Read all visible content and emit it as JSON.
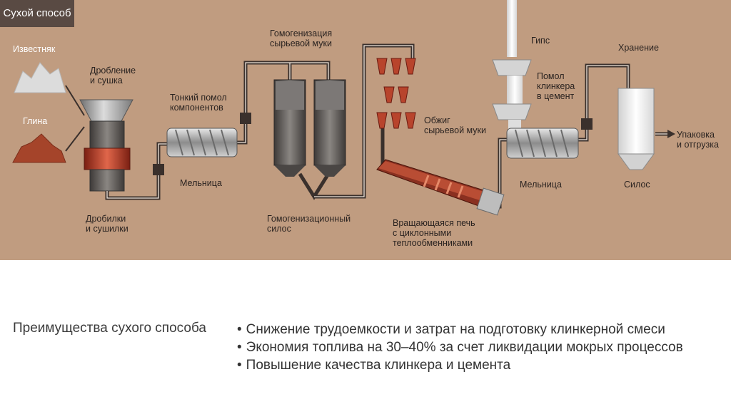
{
  "title": "Сухой способ",
  "labels": {
    "limestone": "Известняк",
    "clay": "Глина",
    "crushing_drying": "Дробление\nи сушка",
    "crushers_dryers": "Дробилки\nи сушилки",
    "fine_grinding": "Тонкий помол\nкомпонентов",
    "mill_1": "Мельница",
    "homogenization": "Гомогенизация\nсырьевой муки",
    "homog_silo": "Гомогенизационный\nсилос",
    "firing": "Обжиг\nсырьевой муки",
    "rotary_kiln": "Вращающаяся печь\nс циклонными\nтеплообменниками",
    "gypsum": "Гипс",
    "clinker_grinding": "Помол\nклинкера\nв цемент",
    "mill_2": "Мельница",
    "storage": "Хранение",
    "silo": "Силос",
    "packing": "Упаковка\nи отгрузка"
  },
  "advantages": {
    "title": "Преимущества сухого способа",
    "items": [
      "Снижение трудоемкости и затрат на подготовку клинкерной смеси",
      "Экономия топлива на 30–40% за счет ликвидации мокрых процессов",
      "Повышение качества клинкера и цемента"
    ]
  },
  "colors": {
    "background": "#c09c80",
    "title_bar": "#594a43",
    "pipe": "#3a302c",
    "metal": "#9a9a9a",
    "heat": "#b0402a"
  }
}
